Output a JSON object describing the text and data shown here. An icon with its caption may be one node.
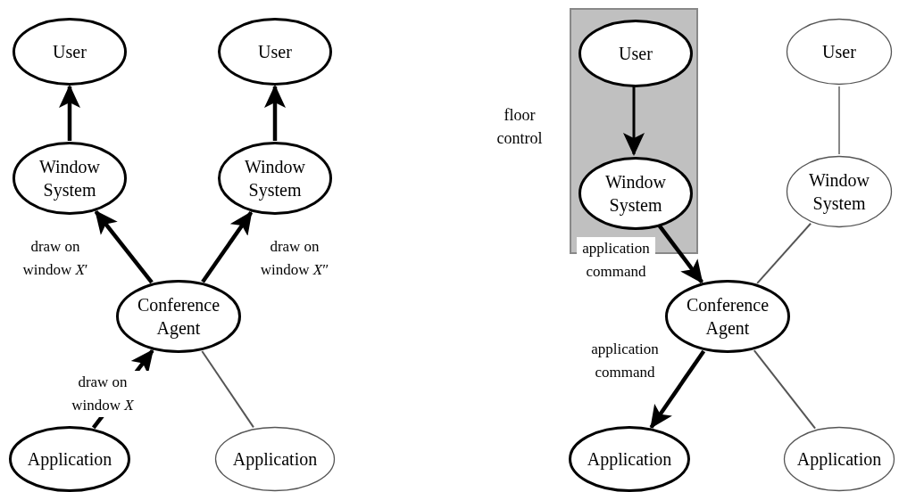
{
  "diagram": {
    "nodes": [
      {
        "text": [
          "User"
        ]
      },
      {
        "text": [
          "User"
        ]
      },
      {
        "text": [
          "Window System"
        ]
      },
      {
        "text": [
          "Window System"
        ]
      },
      {
        "text": [
          "Conference Agent"
        ]
      },
      {
        "text": [
          "Application"
        ]
      },
      {
        "text": [
          "Application"
        ]
      },
      {
        "text": [],
        "shape": "box",
        "beside": [
          "floor control"
        ]
      },
      {
        "text": [
          "User"
        ],
        "in": 7
      },
      {
        "text": [
          "Window System"
        ],
        "in": 7
      },
      {
        "text": [
          "User"
        ]
      },
      {
        "text": [
          "Window System"
        ]
      },
      {
        "text": [
          "Conference Agent"
        ]
      },
      {
        "text": [
          "Application"
        ]
      },
      {
        "text": [
          "Application"
        ]
      }
    ],
    "edges": [
      {
        "from": 2,
        "to": 0,
        "arrow": "to"
      },
      {
        "from": 3,
        "to": 1,
        "arrow": "to"
      },
      {
        "from": 4,
        "to": 2,
        "arrow": "to",
        "label": "draw on window *X*′"
      },
      {
        "from": 4,
        "to": 3,
        "arrow": "to",
        "label": "draw on window *X*″"
      },
      {
        "from": 5,
        "to": 4,
        "arrow": "to",
        "label": "draw on window *X*"
      },
      {
        "from": 4,
        "to": 6,
        "arrow": "none",
        "color": "#555555"
      },
      {
        "from": 8,
        "to": 9,
        "arrow": "to"
      },
      {
        "from": 9,
        "to": 12,
        "arrow": "to",
        "label": "application command"
      },
      {
        "from": 12,
        "to": 13,
        "arrow": "to",
        "label": "application command"
      },
      {
        "from": 10,
        "to": 11,
        "arrow": "none",
        "color": "#888888"
      },
      {
        "from": 11,
        "to": 12,
        "arrow": "none",
        "color": "#555555"
      },
      {
        "from": 12,
        "to": 14,
        "arrow": "none",
        "color": "#555555"
      }
    ]
  }
}
